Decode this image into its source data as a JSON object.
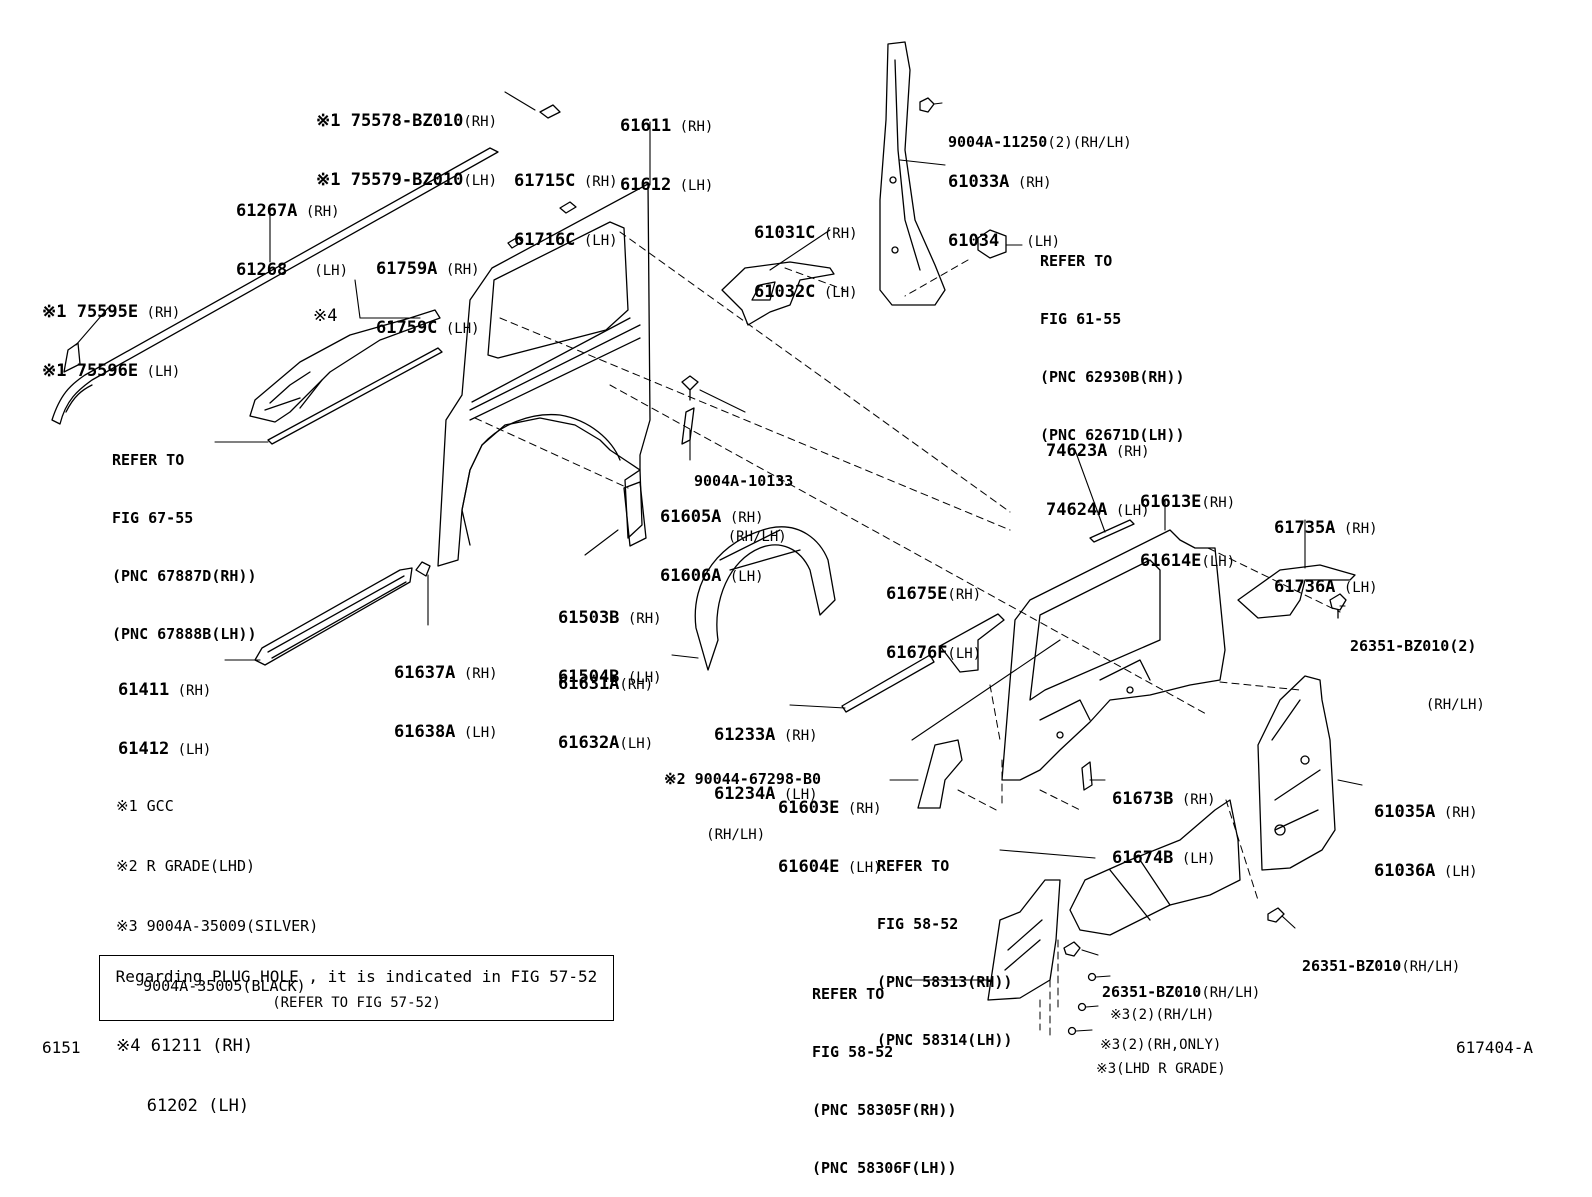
{
  "callouts": {
    "c75578": {
      "lines": [
        {
          "p": "※1 75578-BZ010",
          "s": "(RH)"
        },
        {
          "p": "※1 75579-BZ010",
          "s": "(LH)"
        }
      ]
    },
    "c61611": {
      "lines": [
        {
          "p": "61611",
          "s": " (RH)"
        },
        {
          "p": "61612",
          "s": " (LH)"
        }
      ]
    },
    "c61715": {
      "lines": [
        {
          "p": "61715C",
          "s": " (RH)"
        },
        {
          "p": "61716C",
          "s": " (LH)"
        }
      ]
    },
    "c61267": {
      "lines": [
        {
          "p": "61267A",
          "s": " (RH)"
        },
        {
          "p": "61268 ",
          "s": "  (LH)"
        }
      ]
    },
    "c61759": {
      "lines": [
        {
          "p": "61759A",
          "s": " (RH)"
        },
        {
          "p": "61759C",
          "s": " (LH)"
        }
      ]
    },
    "c75595": {
      "lines": [
        {
          "p": "※1 75595E",
          "s": " (RH)"
        },
        {
          "p": "※1 75596E",
          "s": " (LH)"
        }
      ]
    },
    "c4": {
      "lines": [
        {
          "p": "※4",
          "s": ""
        }
      ]
    },
    "c61031": {
      "lines": [
        {
          "p": "61031C",
          "s": " (RH)"
        },
        {
          "p": "61032C",
          "s": " (LH)"
        }
      ]
    },
    "c9004a11250": {
      "lines": [
        {
          "p": "9004A-11250",
          "s": "(2)(RH/LH)"
        }
      ]
    },
    "c61033": {
      "lines": [
        {
          "p": "61033A",
          "s": " (RH)"
        },
        {
          "p": "61034 ",
          "s": "  (LH)"
        }
      ]
    },
    "cfig6155": {
      "lines": [
        {
          "p": "REFER TO",
          "s": ""
        },
        {
          "p": "FIG 61-55",
          "s": ""
        },
        {
          "p": "(PNC 62930B(RH))",
          "s": ""
        },
        {
          "p": "(PNC 62671D(LH))",
          "s": ""
        }
      ]
    },
    "cfig6755": {
      "lines": [
        {
          "p": "REFER TO",
          "s": ""
        },
        {
          "p": "FIG 67-55",
          "s": ""
        },
        {
          "p": "(PNC 67887D(RH))",
          "s": ""
        },
        {
          "p": "(PNC 67888B(LH))",
          "s": ""
        }
      ]
    },
    "c9004a10133": {
      "lines": [
        {
          "p": "9004A-10133",
          "s": ""
        },
        {
          "p": "",
          "s": "    (RH/LH)"
        }
      ]
    },
    "c61605": {
      "lines": [
        {
          "p": "61605A",
          "s": " (RH)"
        },
        {
          "p": "61606A",
          "s": " (LH)"
        }
      ]
    },
    "c74623": {
      "lines": [
        {
          "p": "74623A",
          "s": " (RH)"
        },
        {
          "p": "74624A",
          "s": " (LH)"
        }
      ]
    },
    "c61613": {
      "lines": [
        {
          "p": "61613E",
          "s": "(RH)"
        },
        {
          "p": "61614E",
          "s": "(LH)"
        }
      ]
    },
    "c61735": {
      "lines": [
        {
          "p": "61735A",
          "s": " (RH)"
        },
        {
          "p": "61736A",
          "s": " (LH)"
        }
      ]
    },
    "c26351a": {
      "lines": [
        {
          "p": "26351-BZ010(2)",
          "s": ""
        },
        {
          "p": "",
          "s": "         (RH/LH)"
        }
      ]
    },
    "c61503": {
      "lines": [
        {
          "p": "61503B",
          "s": " (RH)"
        },
        {
          "p": "61504B",
          "s": " (LH)"
        }
      ]
    },
    "c61675": {
      "lines": [
        {
          "p": "61675E",
          "s": "(RH)"
        },
        {
          "p": "61676F",
          "s": "(LH)"
        }
      ]
    },
    "c61411": {
      "lines": [
        {
          "p": "61411",
          "s": " (RH)"
        },
        {
          "p": "61412",
          "s": " (LH)"
        }
      ]
    },
    "c61637": {
      "lines": [
        {
          "p": "61637A",
          "s": " (RH)"
        },
        {
          "p": "61638A",
          "s": " (LH)"
        }
      ]
    },
    "c61631": {
      "lines": [
        {
          "p": "61631A",
          "s": "(RH)"
        },
        {
          "p": "61632A",
          "s": "(LH)"
        }
      ]
    },
    "c61233": {
      "lines": [
        {
          "p": "61233A",
          "s": " (RH)"
        },
        {
          "p": "61234A",
          "s": " (LH)"
        }
      ]
    },
    "c90044": {
      "lines": [
        {
          "p": "※2 90044-67298-B0",
          "s": ""
        },
        {
          "p": "",
          "s": "     (RH/LH)"
        }
      ]
    },
    "c61603": {
      "lines": [
        {
          "p": "61603E",
          "s": " (RH)"
        },
        {
          "p": "61604E",
          "s": " (LH)"
        }
      ]
    },
    "c61673": {
      "lines": [
        {
          "p": "61673B",
          "s": " (RH)"
        },
        {
          "p": "61674B",
          "s": " (LH)"
        }
      ]
    },
    "c61035": {
      "lines": [
        {
          "p": "61035A",
          "s": " (RH)"
        },
        {
          "p": "61036A",
          "s": " (LH)"
        }
      ]
    },
    "cfig5852a": {
      "lines": [
        {
          "p": "REFER TO",
          "s": ""
        },
        {
          "p": "FIG 58-52",
          "s": ""
        },
        {
          "p": "(PNC 58313(RH))",
          "s": ""
        },
        {
          "p": "(PNC 58314(LH))",
          "s": ""
        }
      ]
    },
    "c26351b": {
      "lines": [
        {
          "p": "26351-BZ010",
          "s": "(RH/LH)"
        }
      ]
    },
    "c26351c": {
      "lines": [
        {
          "p": "26351-BZ010",
          "s": "(RH/LH)"
        }
      ]
    },
    "cfig5852b": {
      "lines": [
        {
          "p": "REFER TO",
          "s": ""
        },
        {
          "p": "FIG 58-52",
          "s": ""
        },
        {
          "p": "(PNC 58305F(RH))",
          "s": ""
        },
        {
          "p": "(PNC 58306F(LH))",
          "s": ""
        }
      ]
    },
    "c3a": {
      "lines": [
        {
          "p": "",
          "s": "※3(2)(RH/LH)"
        }
      ]
    },
    "c3b": {
      "lines": [
        {
          "p": "",
          "s": "※3(2)(RH,ONLY)"
        }
      ]
    },
    "c3c": {
      "lines": [
        {
          "p": "",
          "s": "※3(LHD R GRADE)"
        }
      ]
    }
  },
  "notes": [
    {
      "mark": "※1",
      "text": " GCC"
    },
    {
      "mark": "※2",
      "text": " R GRADE(LHD)"
    },
    {
      "mark": "※3",
      "text": " 9004A-35009(SILVER)"
    },
    {
      "mark": "",
      "text": "   9004A-35005(BLACK)"
    },
    {
      "mark": "※4",
      "text": " 61211 (RH)"
    },
    {
      "mark": "",
      "text": "   61202 (LH)"
    }
  ],
  "plug_note": {
    "line1": "Regarding PLUG HOLE , it is indicated in FIG 57-52",
    "line2": "(REFER TO FIG 57-52)"
  },
  "page_number": "6151",
  "figure_id": "617404-A"
}
